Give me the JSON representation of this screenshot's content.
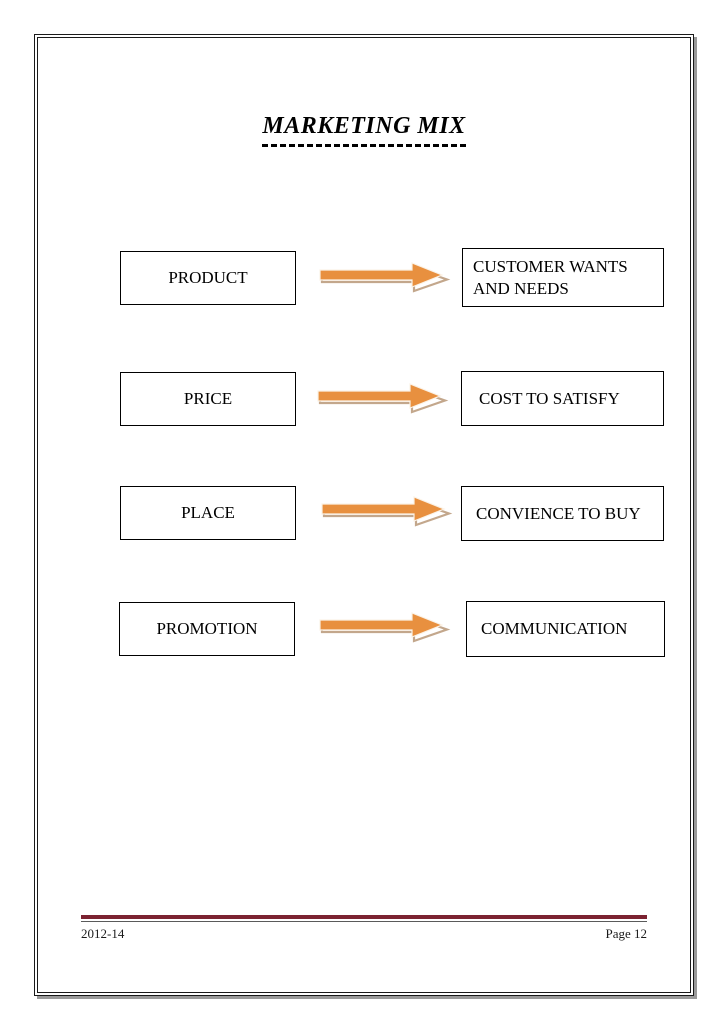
{
  "document": {
    "title": "MARKETING MIX",
    "page_background": "#ffffff",
    "border_color": "#1a1a1a"
  },
  "diagram": {
    "type": "mapping",
    "arrow_icon_name": "right-arrow-icon",
    "arrow_color": "#E8903F",
    "arrow_shadow_color": "#C3A78C",
    "rows": [
      {
        "left": "PRODUCT",
        "right": "CUSTOMER WANTS AND NEEDS"
      },
      {
        "left": "PRICE",
        "right": "COST TO SATISFY"
      },
      {
        "left": "PLACE",
        "right": "CONVIENCE TO BUY"
      },
      {
        "left": "PROMOTION",
        "right": "COMMUNICATION"
      }
    ]
  },
  "footer": {
    "left_text": "2012-14",
    "right_text": "Page 12",
    "rule_color": "#7B2231",
    "thin_rule_color": "#5a5a5a"
  }
}
